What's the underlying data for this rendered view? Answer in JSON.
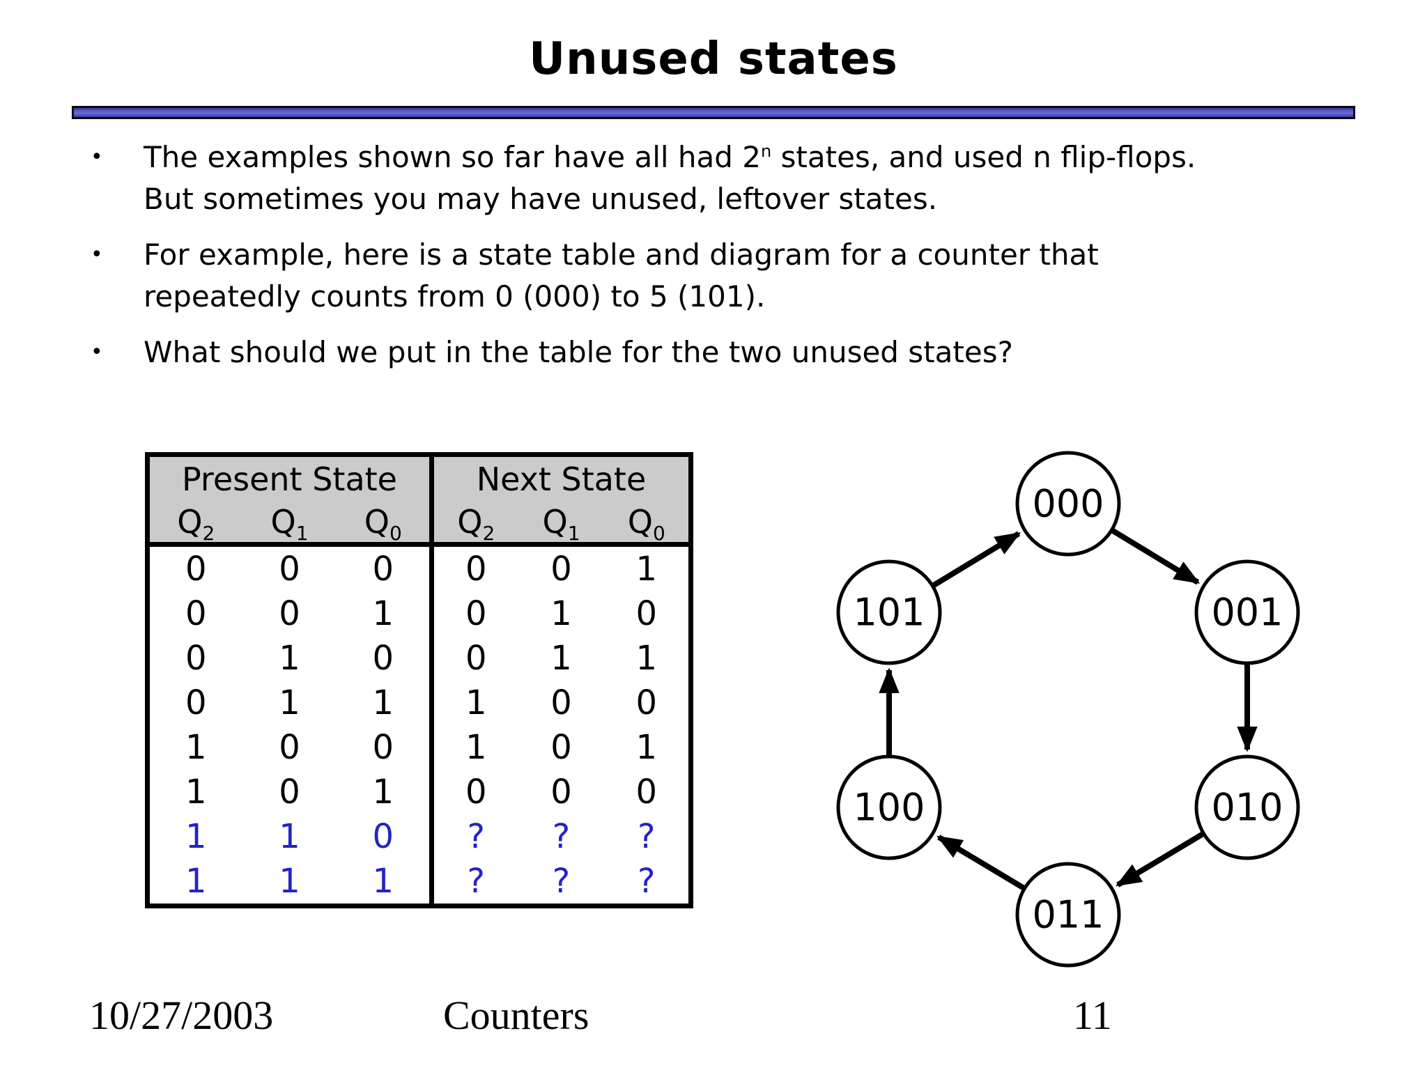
{
  "slide": {
    "title": "Unused states",
    "bullets": [
      {
        "line1_pre": "The examples shown so far have all had 2",
        "line1_sup": "n",
        "line1_post": " states, and used n flip-flops.",
        "line2": "But sometimes you may have unused, leftover states."
      },
      {
        "line1": "For example, here is a state table and diagram for a counter that",
        "line2": "repeatedly counts from 0 (000) to 5 (101)."
      },
      {
        "line1": "What should we put in the table for the two unused states?"
      }
    ],
    "footer": {
      "date": "10/27/2003",
      "section": "Counters",
      "page": "11"
    }
  },
  "state_table": {
    "group_headers": [
      "Present State",
      "Next State"
    ],
    "column_headers": [
      {
        "base": "Q",
        "sub": "2"
      },
      {
        "base": "Q",
        "sub": "1"
      },
      {
        "base": "Q",
        "sub": "0"
      },
      {
        "base": "Q",
        "sub": "2"
      },
      {
        "base": "Q",
        "sub": "1"
      },
      {
        "base": "Q",
        "sub": "0"
      }
    ],
    "rows": [
      {
        "present": [
          "0",
          "0",
          "0"
        ],
        "next": [
          "0",
          "0",
          "1"
        ],
        "unused": false
      },
      {
        "present": [
          "0",
          "0",
          "1"
        ],
        "next": [
          "0",
          "1",
          "0"
        ],
        "unused": false
      },
      {
        "present": [
          "0",
          "1",
          "0"
        ],
        "next": [
          "0",
          "1",
          "1"
        ],
        "unused": false
      },
      {
        "present": [
          "0",
          "1",
          "1"
        ],
        "next": [
          "1",
          "0",
          "0"
        ],
        "unused": false
      },
      {
        "present": [
          "1",
          "0",
          "0"
        ],
        "next": [
          "1",
          "0",
          "1"
        ],
        "unused": false
      },
      {
        "present": [
          "1",
          "0",
          "1"
        ],
        "next": [
          "0",
          "0",
          "0"
        ],
        "unused": false
      },
      {
        "present": [
          "1",
          "1",
          "0"
        ],
        "next": [
          "?",
          "?",
          "?"
        ],
        "unused": true
      },
      {
        "present": [
          "1",
          "1",
          "1"
        ],
        "next": [
          "?",
          "?",
          "?"
        ],
        "unused": true
      }
    ]
  },
  "state_diagram": {
    "nodes": [
      "000",
      "001",
      "010",
      "011",
      "100",
      "101"
    ],
    "transitions": [
      {
        "from": "000",
        "to": "001"
      },
      {
        "from": "001",
        "to": "010"
      },
      {
        "from": "010",
        "to": "011"
      },
      {
        "from": "011",
        "to": "100"
      },
      {
        "from": "100",
        "to": "101"
      },
      {
        "from": "101",
        "to": "000"
      }
    ]
  },
  "colors": {
    "divider_bar": "#5757c6",
    "table_header_bg": "#cbcbcb",
    "unused_text": "#2222cc",
    "node_stroke": "#000000"
  }
}
